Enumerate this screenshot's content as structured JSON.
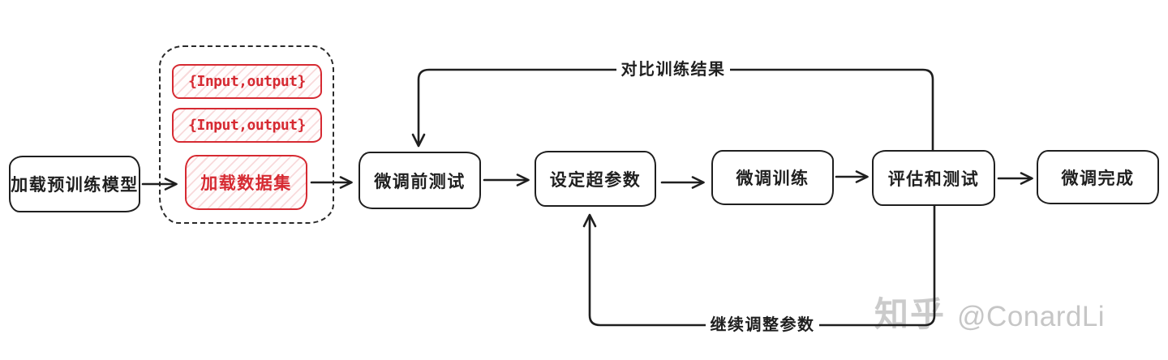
{
  "flow": {
    "nodes": {
      "load_model": "加载预训练模型",
      "sample_1": "{Input,output}",
      "sample_2": "{Input,output}",
      "load_dataset": "加载数据集",
      "pretest": "微调前测试",
      "hparams": "设定超参数",
      "train": "微调训练",
      "evaluate": "评估和测试",
      "done": "微调完成"
    },
    "edge_labels": {
      "compare": "对比训练结果",
      "adjust": "继续调整参数"
    },
    "colors": {
      "stroke": "#1f1f1f",
      "accent_red": "#d62a32",
      "hatch_red": "rgba(214,42,50,0.17)",
      "watermark_gray": "#c9c9c9"
    }
  },
  "watermark": {
    "logo": "知乎",
    "handle": "@ConardLi"
  }
}
